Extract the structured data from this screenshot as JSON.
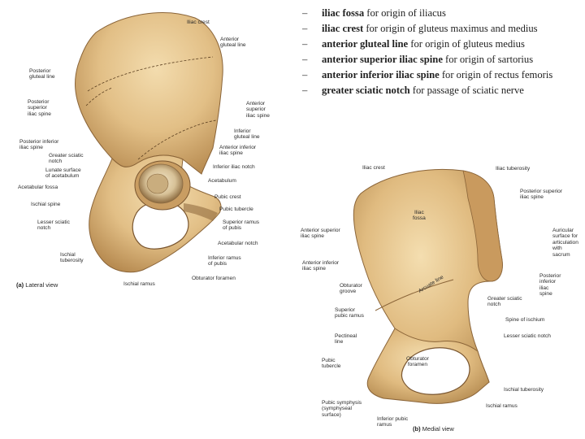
{
  "bullets": [
    {
      "term": "iliac fossa",
      "text": " for origin of iliacus"
    },
    {
      "term": "iliac crest",
      "text": " for origin of gluteus maximus and medius"
    },
    {
      "term": "anterior gluteal line",
      "text": " for origin of gluteus medius"
    },
    {
      "term": "anterior superior iliac spine",
      "text": " for origin of sartorius"
    },
    {
      "term": "anterior inferior iliac spine",
      "text": " for origin of rectus femoris"
    },
    {
      "term": "greater sciatic notch",
      "text": " for passage of sciatic nerve"
    }
  ],
  "dash": "–",
  "lateral": {
    "caption_letter": "(a)",
    "caption_text": "Lateral view",
    "labels": {
      "iliac_crest": "Iliac crest",
      "anterior_gluteal_line": "Anterior\ngluteal line",
      "posterior_gluteal_line": "Posterior\ngluteal line",
      "posterior_superior_iliac_spine": "Posterior\nsuperior\niliac spine",
      "anterior_superior_iliac_spine": "Anterior\nsuperior\niliac spine",
      "inferior_gluteal_line": "Inferior\ngluteal line",
      "posterior_inferior_iliac_spine": "Posterior inferior\niliac spine",
      "anterior_inferior_iliac_spine": "Anterior inferior\niliac spine",
      "greater_sciatic_notch": "Greater sciatic\nnotch",
      "inferior_iliac_notch": "Inferior iliac notch",
      "lunate_surface": "Lunate surface\nof acetabulum",
      "acetabulum": "Acetabulum",
      "acetabular_fossa": "Acetabular fossa",
      "pubic_crest": "Pubic crest",
      "ischial_spine": "Ischial spine",
      "pubic_tubercle": "Pubic tubercle",
      "lesser_sciatic_notch": "Lesser sciatic\nnotch",
      "superior_ramus": "Superior ramus\nof pubis",
      "acetabular_notch": "Acetabular notch",
      "ischial_tuberosity": "Ischial\ntuberosity",
      "inferior_ramus": "Inferior ramus\nof pubis",
      "obturator_foramen": "Obturator foramen",
      "ischial_ramus": "Ischial ramus"
    }
  },
  "medial": {
    "caption_letter": "(b)",
    "caption_text": "Medial view",
    "labels": {
      "iliac_crest": "Iliac crest",
      "iliac_tuberosity": "Iliac tuberosity",
      "posterior_superior_iliac_spine": "Posterior superior\niliac spine",
      "iliac_fossa": "Iliac\nfossa",
      "anterior_superior_iliac_spine": "Anterior superior\niliac spine",
      "auricular_surface": "Auricular\nsurface for\narticulation\nwith\nsacrum",
      "anterior_inferior_iliac_spine": "Anterior inferior\niliac spine",
      "posterior_inferior_iliac_spine": "Posterior\ninferior\niliac\nspine",
      "arcuate_line": "Arcuate line",
      "obturator_groove": "Obturator\ngroove",
      "greater_sciatic_notch": "Greater sciatic\nnotch",
      "superior_pubic_ramus": "Superior\npubic ramus",
      "spine_of_ischium": "Spine of ischium",
      "pectineal_line": "Pectineal\nline",
      "lesser_sciatic_notch": "Lesser sciatic notch",
      "pubic_tubercle": "Pubic\ntubercle",
      "obturator_foramen": "Obturator\nforamen",
      "ischial_tuberosity": "Ischial tuberosity",
      "pubic_symphysis": "Pubic symphysis\n(symphyseal\nsurface)",
      "ischial_ramus": "Ischial ramus",
      "inferior_pubic_ramus": "Inferior pubic\nramus"
    }
  }
}
